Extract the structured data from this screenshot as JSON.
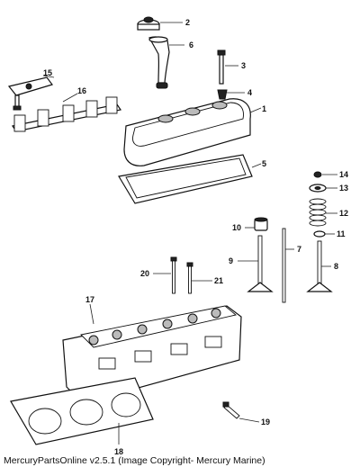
{
  "footer": {
    "credit": "MercuryPartsOnline v2.5.1 (Image Copyright- Mercury Marine)"
  },
  "callouts": {
    "c1": "1",
    "c2": "2",
    "c3": "3",
    "c4": "4",
    "c5": "5",
    "c6": "6",
    "c7": "7",
    "c8": "8",
    "c9": "9",
    "c10": "10",
    "c11": "11",
    "c12": "12",
    "c13": "13",
    "c14": "14",
    "c15": "15",
    "c16": "16",
    "c17": "17",
    "c18": "18",
    "c19": "19",
    "c20": "20",
    "c21": "21"
  }
}
